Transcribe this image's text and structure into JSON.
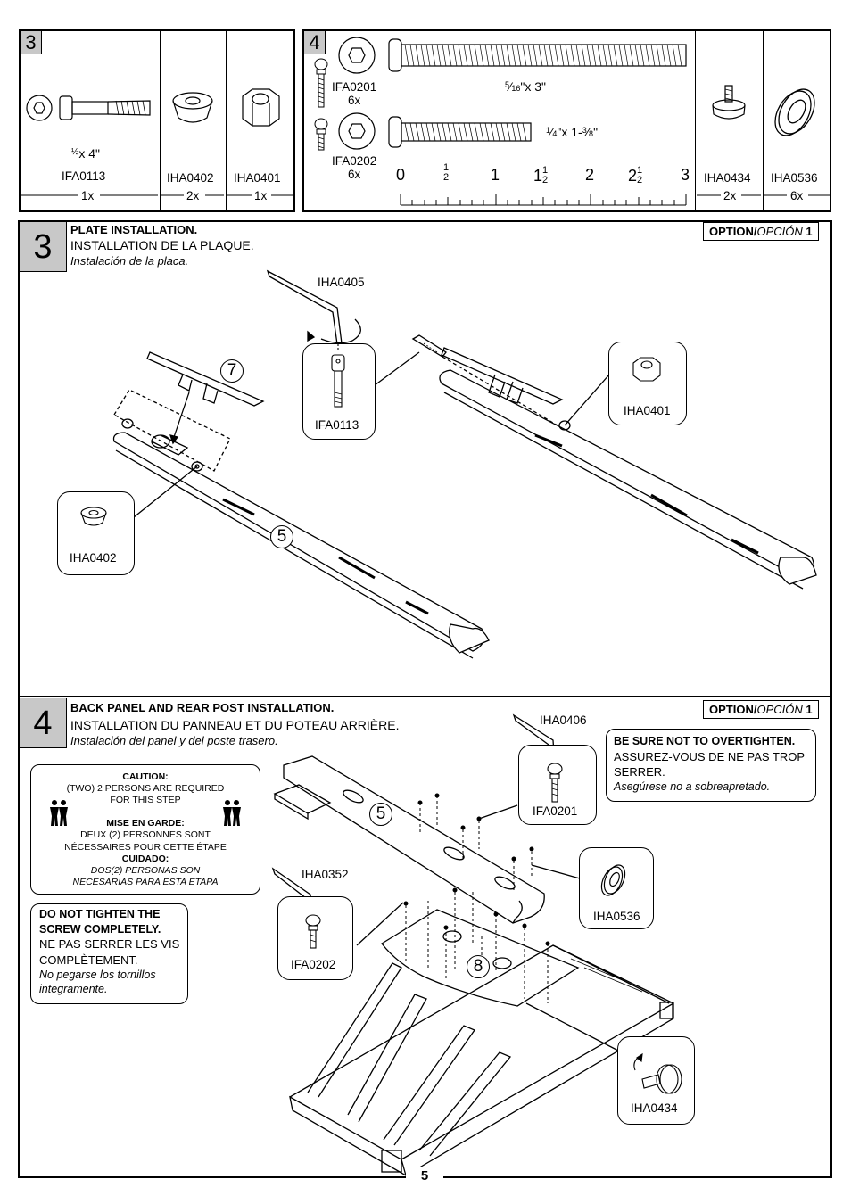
{
  "hw3": {
    "step": "3",
    "bolt_size_whole": "",
    "bolt_size": "x 4\"",
    "bolt_code": "IFA0113",
    "bolt_qty": "1x",
    "cup_code": "IHA0402",
    "cup_qty": "2x",
    "nut_code": "IHA0401",
    "nut_qty": "1x"
  },
  "hw4": {
    "step": "4",
    "bolt1_code": "IFA0201",
    "bolt1_qty": "6x",
    "bolt1_size": "\"x 3\"",
    "bolt2_code": "IFA0202",
    "bolt2_qty": "6x",
    "bolt2_size": "\"x 1-",
    "ruler_labels": [
      "0",
      "1",
      "2",
      "3"
    ],
    "foot_code": "IHA0434",
    "foot_qty": "2x",
    "washer_code": "IHA0536",
    "washer_qty": "6x"
  },
  "step3": {
    "number": "3",
    "title_en": "PLATE INSTALLATION.",
    "title_fr": "INSTALLATION DE LA PLAQUE.",
    "title_es": "Instalación de la placa.",
    "option_label": "OPTION/",
    "option_es": "OPCIÓN",
    "option_num": "1",
    "label_wrench": "IHA0405",
    "label_bolt": "IFA0113",
    "label_nut": "IHA0401",
    "label_cup": "IHA0402",
    "part7": "7",
    "part5": "5"
  },
  "step4": {
    "number": "4",
    "title_en": "BACK PANEL AND REAR POST INSTALLATION.",
    "title_fr": "INSTALLATION DU PANNEAU ET DU POTEAU ARRIÈRE.",
    "title_es": "Instalación del panel y del poste trasero.",
    "option_label": "OPTION/",
    "option_es": "OPCIÓN",
    "option_num": "1",
    "label_wrench1": "IHA0406",
    "label_bolt1": "IFA0201",
    "label_wrench2": "IHA0352",
    "label_bolt2": "IFA0202",
    "label_washer": "IHA0536",
    "label_foot": "IHA0434",
    "part5": "5",
    "part8": "8",
    "warn_en": "BE SURE NOT TO OVERTIGHTEN.",
    "warn_fr1": "ASSUREZ-VOUS DE NE PAS TROP",
    "warn_fr2": "SERRER.",
    "warn_es": "Asegúrese no a sobreapretado.",
    "caution_title": "CAUTION:",
    "caution_line1": "(TWO) 2 PERSONS ARE REQUIRED",
    "caution_line2": "FOR THIS STEP",
    "garde_title": "MISE EN GARDE:",
    "garde_line1": "DEUX (2) PERSONNES SONT",
    "garde_line2": "NÉCESSAIRES POUR CETTE ÉTAPE",
    "cuidado_title": "CUIDADO:",
    "cuidado_line1": "DOS(2) PERSONAS SON",
    "cuidado_line2": "NECESARIAS PARA ESTA ETAPA",
    "note_en1": "DO NOT TIGHTEN THE",
    "note_en2": "SCREW COMPLETELY.",
    "note_fr1": "NE PAS SERRER LES VIS",
    "note_fr2": "COMPLÈTEMENT.",
    "note_es1": "No pegarse los tornillos",
    "note_es2": "integramente."
  },
  "page_number": "5"
}
